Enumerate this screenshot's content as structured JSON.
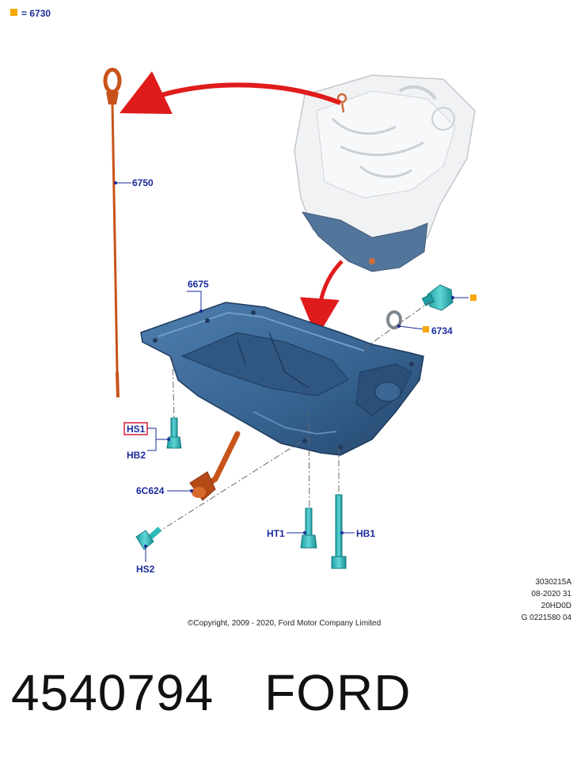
{
  "legend": {
    "marker_color": "#f5a800",
    "text": "= 6730"
  },
  "callouts": {
    "c6750": "6750",
    "c6675": "6675",
    "c6734": "6734",
    "hs1": "HS1",
    "hb2": "HB2",
    "c6c624": "6C624",
    "hs2": "HS2",
    "ht1": "HT1",
    "hb1": "HB1"
  },
  "meta": {
    "line1": "3030215A",
    "line2": "08-2020 31",
    "line3": "20HD0D",
    "line4": "G 0221580 04"
  },
  "copyright": "©Copyright, 2009 - 2020, Ford Motor Company Limited",
  "part": {
    "number": "4540794",
    "brand": "FORD"
  },
  "colors": {
    "label": "#1a2a9a",
    "arrow": "#e01b1b",
    "pan": "#3f6e9c",
    "bolt": "#2bb8b8",
    "dipstick": "#c8531a",
    "highlight_box": "#d4213d"
  }
}
